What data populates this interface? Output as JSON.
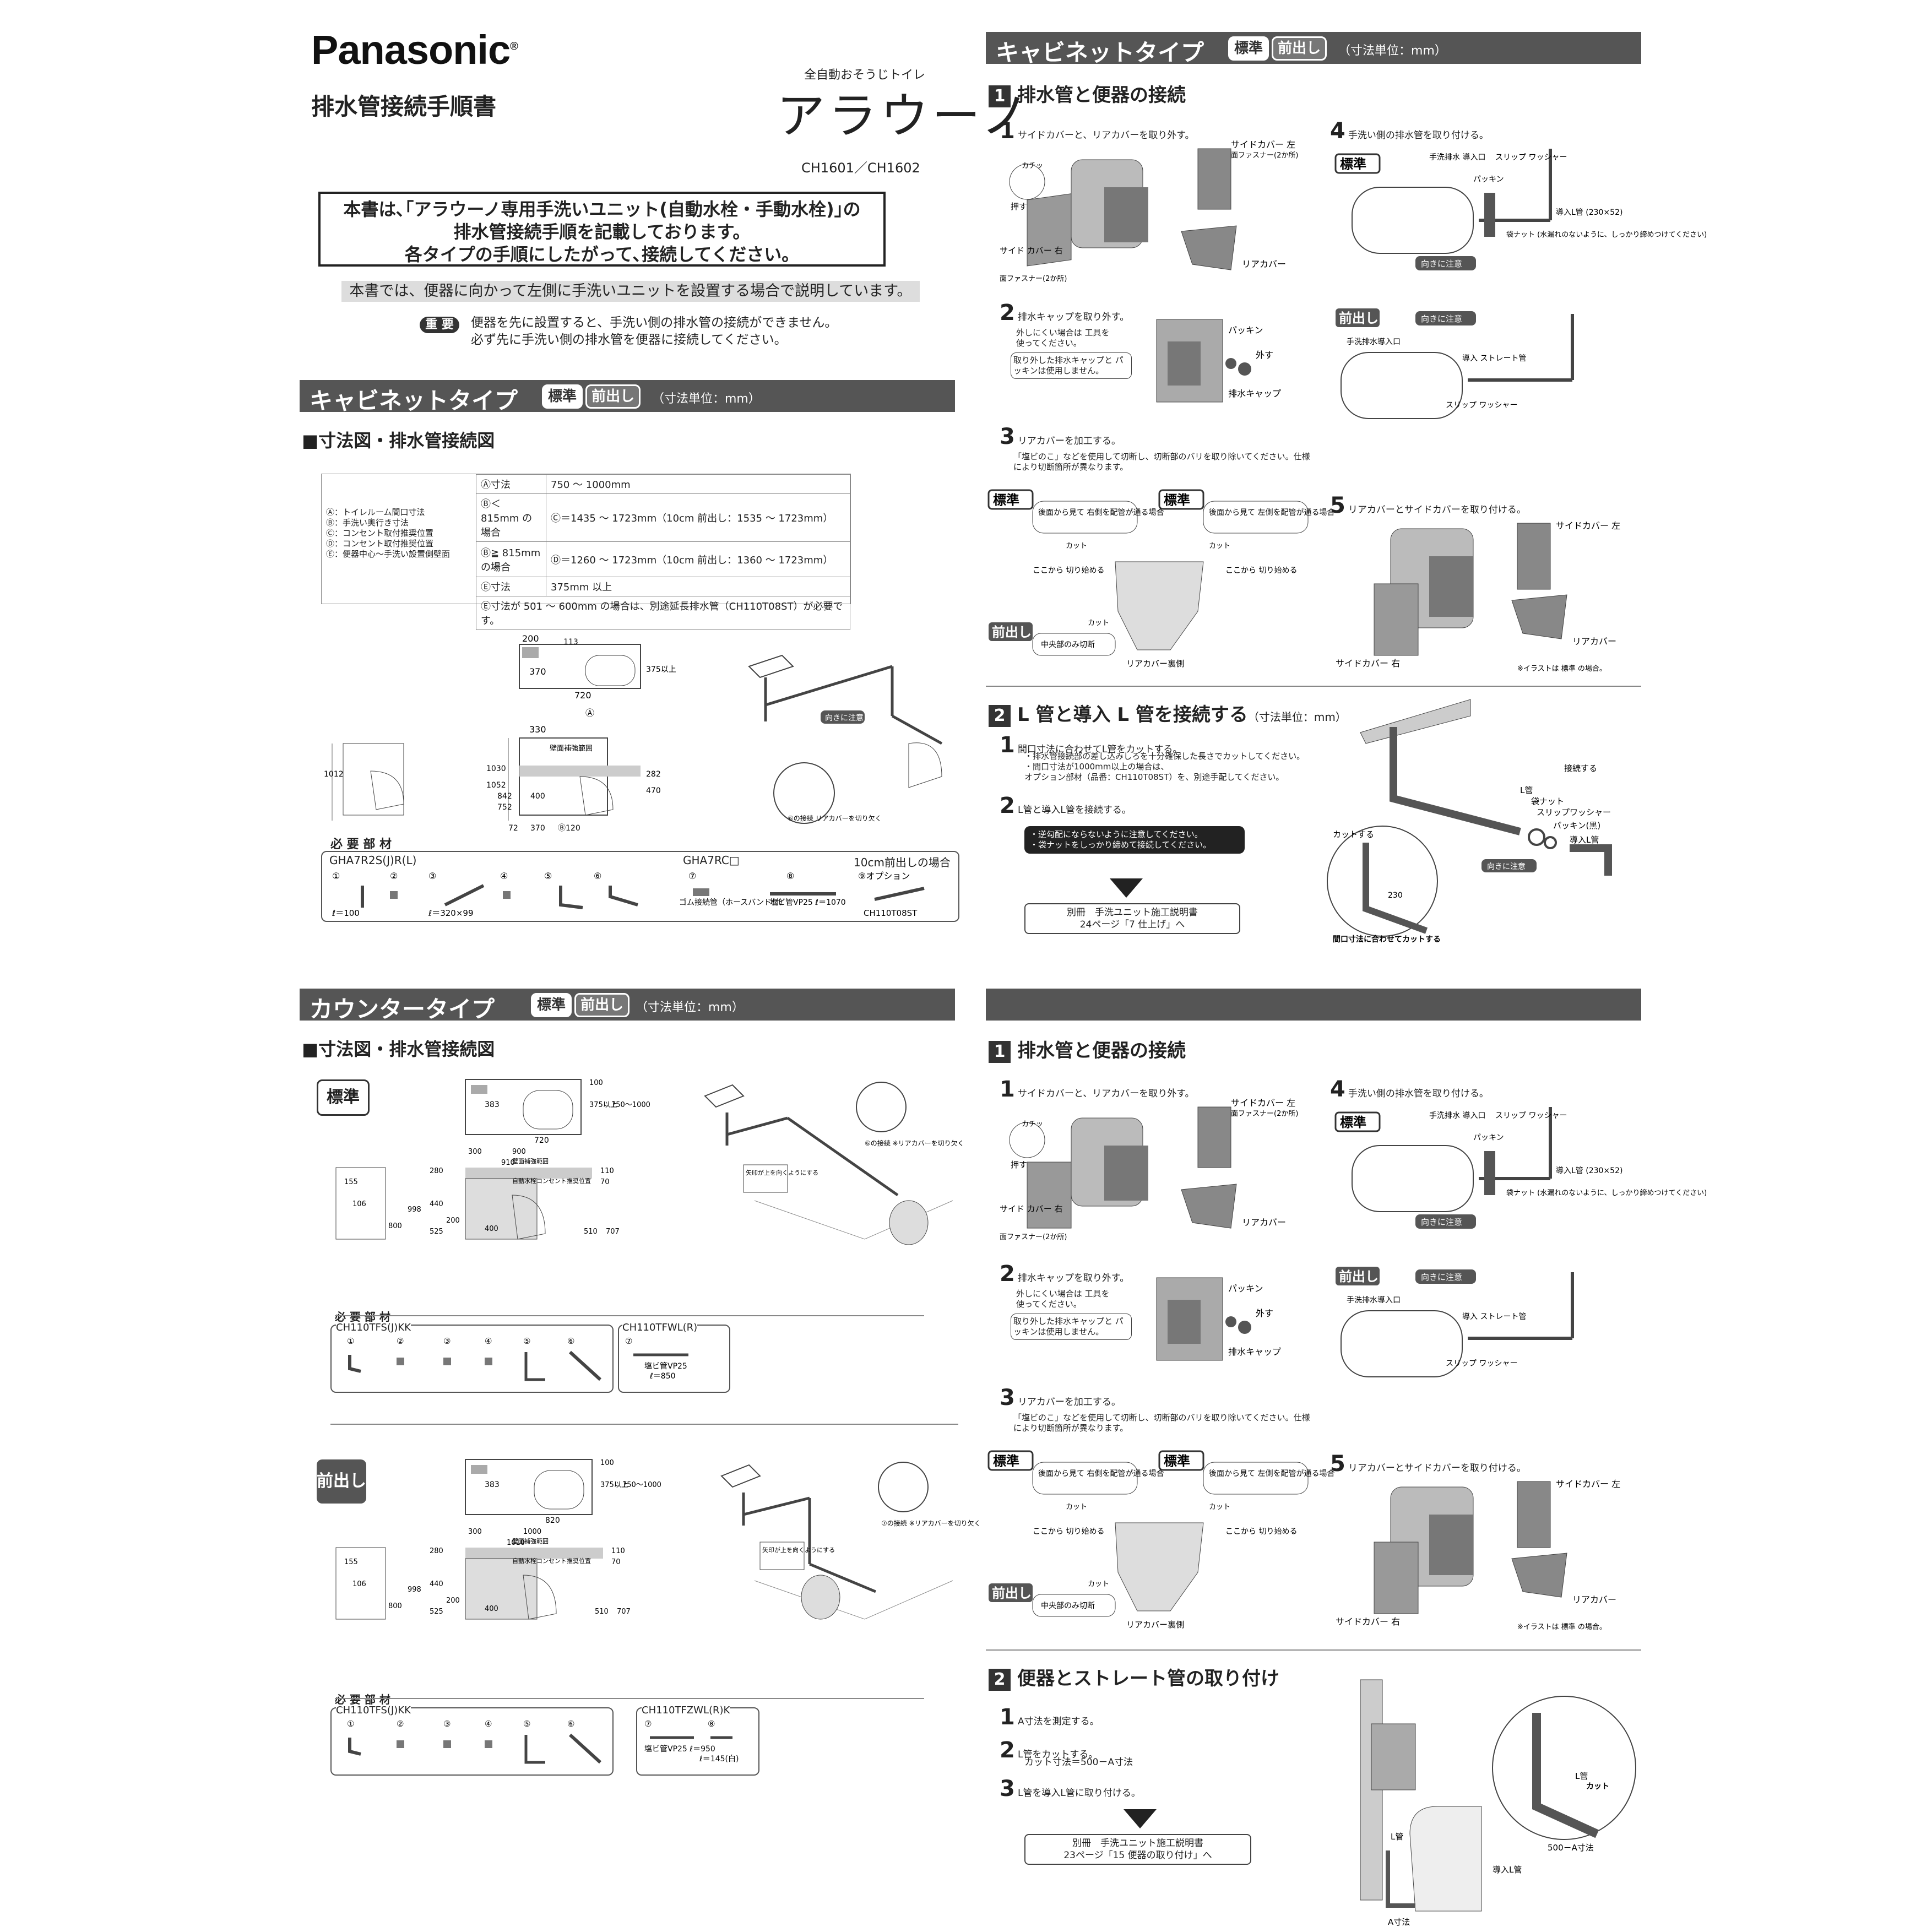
{
  "header": {
    "logo": "Panasonic",
    "doc_title": "排水管接続手順書",
    "product_sub": "全自動おそうじトイレ",
    "product_name": "アラウーノ",
    "models": "CH1601／CH1602"
  },
  "intro": {
    "line1": "本書は､｢アラウーノ専用手洗いユニット(自動水栓・手動水栓)｣の",
    "line2": "排水管接続手順を記載しております。",
    "line3": "各タイプの手順にしたがって､接続してください。",
    "note": "本書では、便器に向かって左側に手洗いユニットを設置する場合で説明しています。",
    "important_badge": "重 要",
    "important_1": "便器を先に設置すると、手洗い側の排水管の接続ができません。",
    "important_2": "必ず先に手洗い側の排水管を便器に接続してください。"
  },
  "labels": {
    "standard": "標準",
    "forward": "前出し",
    "unit": "（寸法単位：mm）",
    "dim_title": "■寸法図・排水管接続図",
    "parts_title": "必 要 部 材",
    "caution": "向きに注意",
    "cut": "カット"
  },
  "cabinet_left": {
    "title": "キャビネットタイプ",
    "legend": [
      "Ⓐ：トイレルーム間口寸法",
      "Ⓑ：手洗い奥行き寸法",
      "Ⓒ：コンセント取付推奨位置",
      "Ⓓ：コンセント取付推奨位置",
      "Ⓔ：便器中心～手洗い設置側壁面"
    ],
    "table": [
      [
        "Ⓐ寸法",
        "750 ～ 1000mm"
      ],
      [
        "Ⓑ＜ 815mm の場合",
        "Ⓒ＝1435 ～ 1723mm（10cm 前出し：1535 ～ 1723mm）"
      ],
      [
        "Ⓑ≧ 815mm の場合",
        "Ⓓ＝1260 ～ 1723mm（10cm 前出し：1360 ～ 1723mm）"
      ],
      [
        "Ⓔ寸法",
        "375mm 以上"
      ]
    ],
    "table_note": "Ⓔ寸法が 501 ～ 600mm の場合は、別途延長排水管（CH110T08ST）が必要です。",
    "dims": [
      "200",
      "370",
      "720",
      "330",
      "壁面補強範囲",
      "Ⓐ",
      "375以上",
      "113",
      "1012",
      "1030",
      "1052",
      "842",
      "752",
      "470",
      "282",
      "400",
      "370",
      "Ⓑ120",
      "72"
    ],
    "parts_groups": [
      {
        "name": "GHA7R2S(J)R(L)",
        "items": [
          "①",
          "②",
          "③",
          "④",
          "⑤",
          "⑥"
        ],
        "notes": [
          "ℓ＝100",
          "ℓ＝320×99"
        ]
      },
      {
        "name": "GHA7RC□",
        "items": [
          "⑦",
          "⑧"
        ],
        "notes": [
          "ゴム接続管（ホースバンド付）",
          "塩ビ管VP25 ℓ＝1070"
        ]
      },
      {
        "name": "10cm前出しの場合",
        "items": [
          "⑨オプション"
        ],
        "notes": [
          "CH110T08ST"
        ]
      }
    ],
    "diagram_note": "⑥の接続 リアカバーを切り欠く"
  },
  "cabinet_right": {
    "title": "キャビネットタイプ",
    "sec1_title": "排水管と便器の接続",
    "sec1_num": "1",
    "steps": [
      {
        "n": "1",
        "text": "サイドカバーと、リアカバーを取り外す。"
      },
      {
        "n": "2",
        "text": "排水キャップを取り外す。"
      },
      {
        "n": "3",
        "text": "リアカバーを加工する。"
      },
      {
        "n": "4",
        "text": "手洗い側の排水管を取り付ける。"
      },
      {
        "n": "5",
        "text": "リアカバーとサイドカバーを取り付ける。"
      }
    ],
    "s1_labels": [
      "サイドカバー 左",
      "面ファスナー(2か所)",
      "カチッ",
      "押す",
      "サイド カバー 右",
      "面ファスナー(2か所)",
      "リアカバー"
    ],
    "s2_labels": [
      "外しにくい場合は 工具を使ってください。",
      "取り外した排水キャップと パッキンは使用しません。",
      "パッキン",
      "外す",
      "排水キャップ"
    ],
    "s3_text": "「塩ビのこ」などを使用して切断し、切断部のバリを取り除いてください。仕様により切断箇所が異なります。",
    "s3_labels": [
      "後面から見て 右側を配管が通る場合",
      "後面から見て 左側を配管が通る場合",
      "ここから 切り始める",
      "ここから 切り始める",
      "中央部のみ切断",
      "リアカバー裏側"
    ],
    "s4_labels": [
      "手洗排水 導入口",
      "スリップ ワッシャー",
      "パッキン",
      "導入L管 (230×52)",
      "袋ナット (水漏れのないように、しっかり締めつけてください)",
      "手洗排水導入口",
      "導入 ストレート管",
      "スリップ ワッシャー"
    ],
    "s5_labels": [
      "サイドカバー 左",
      "リアカバー",
      "サイドカバー 右",
      "※イラストは 標準 の場合。"
    ],
    "sec2_num": "2",
    "sec2_title": "L 管と導入 L 管を接続する",
    "sec2_steps": [
      {
        "n": "1",
        "text": "間口寸法に合わせてL管をカットする。",
        "sub": [
          "・排水管接続部の差し込みしろを十分確保した長さでカットしてください。",
          "・間口寸法が1000mm以上の場合は、",
          "オプション部材（品番：CH110T08ST）を、別途手配してください。"
        ]
      },
      {
        "n": "2",
        "text": "L管と導入L管を接続する。",
        "sub": [
          "・逆勾配にならないように注意してください。",
          "・袋ナットをしっかり締めて接続してください。"
        ]
      }
    ],
    "sec2_labels": [
      "L管",
      "袋ナット",
      "スリップワッシャー",
      "パッキン(黒)",
      "導入L管",
      "カットする",
      "接続する",
      "230",
      "間口寸法に合わせてカットする"
    ],
    "ref": {
      "a": "別冊　手洗ユニット施工説明書",
      "b": "24ページ「7 仕上げ」へ"
    }
  },
  "counter_left": {
    "title": "カウンタータイプ",
    "std_dims": [
      "383",
      "720",
      "100",
      "375以上",
      "750～1000",
      "155",
      "280",
      "300",
      "900",
      "910",
      "106",
      "998",
      "440",
      "800",
      "525",
      "400",
      "200",
      "510",
      "707",
      "110",
      "70"
    ],
    "std_parts": [
      {
        "name": "CH110TFS(J)KK",
        "items": [
          "①",
          "②",
          "③",
          "④",
          "⑤",
          "⑥"
        ]
      },
      {
        "name": "CH110TFWL(R)",
        "items": [
          "⑦"
        ],
        "notes": [
          "塩ビ管VP25",
          "ℓ＝850"
        ]
      }
    ],
    "fwd_dims": [
      "383",
      "820",
      "100",
      "375以上",
      "750～1000",
      "155",
      "280",
      "300",
      "1000",
      "1010",
      "106",
      "998",
      "440",
      "800",
      "525",
      "400",
      "200",
      "510",
      "707",
      "110",
      "70"
    ],
    "fwd_parts": [
      {
        "name": "CH110TFS(J)KK",
        "items": [
          "①",
          "②",
          "③",
          "④",
          "⑤",
          "⑥"
        ]
      },
      {
        "name": "CH110TFZWL(R)K",
        "items": [
          "⑦",
          "⑧"
        ],
        "notes": [
          "塩ビ管VP25 ℓ＝950",
          "ℓ＝145(白)"
        ]
      }
    ],
    "diag_note_std": "⑥の接続 ※リアカバーを切り欠く",
    "diag_note_fwd": "⑦の接続 ※リアカバーを切り欠く",
    "arrow_note": "矢印が上を向くようにする",
    "counter_labels": [
      "自動水栓コンセント推奨位置",
      "壁面補強範囲"
    ]
  },
  "counter_right": {
    "sec1_num": "1",
    "sec1_title": "排水管と便器の接続",
    "sec2_num": "2",
    "sec2_title": "便器とストレート管の取り付け",
    "sec2_steps": [
      {
        "n": "1",
        "text": "A寸法を測定する。"
      },
      {
        "n": "2",
        "text": "L管をカットする。",
        "sub": "カット寸法＝500－A寸法"
      },
      {
        "n": "3",
        "text": "L管を導入L管に取り付ける。"
      }
    ],
    "sec2_labels": [
      "L管",
      "L管",
      "カット",
      "導入L管",
      "500－A寸法",
      "A寸法"
    ],
    "ref": {
      "a": "別冊　手洗ユニット施工説明書",
      "b": "23ページ「15 便器の取り付け」へ"
    }
  }
}
